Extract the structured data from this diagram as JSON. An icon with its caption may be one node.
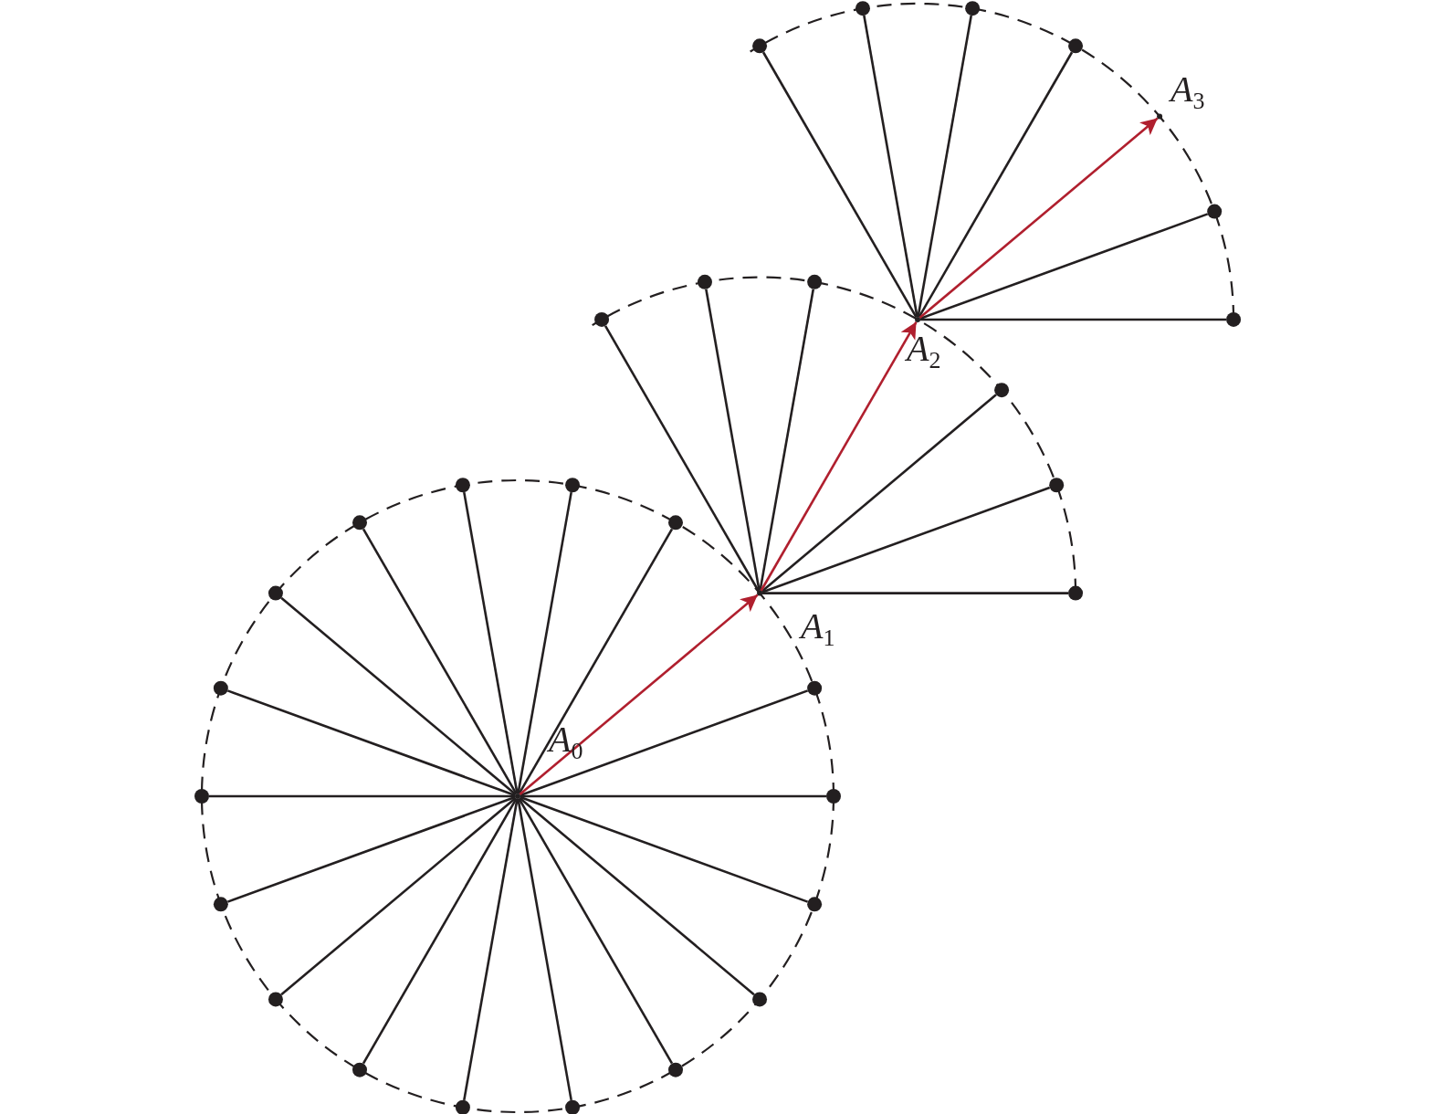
{
  "diagram": {
    "nodes": [
      {
        "text": [],
        "shape": "point",
        "beside": [
          "*A*$_{0}$"
        ]
      },
      {
        "text": [],
        "shape": "point",
        "beside": [
          "*A*$_{1}$"
        ]
      },
      {
        "text": [],
        "shape": "point",
        "beside": [
          "*A*$_{2}$"
        ]
      },
      {
        "text": [],
        "shape": "point",
        "beside": [
          "*A*$_{3}$"
        ]
      },
      {
        "text": [],
        "shape": "circle"
      },
      {
        "text": [],
        "shape": "circle"
      },
      {
        "text": [],
        "shape": "circle"
      },
      {
        "text": [],
        "shape": "circle"
      },
      {
        "text": [],
        "shape": "circle"
      },
      {
        "text": [],
        "shape": "circle"
      },
      {
        "text": [],
        "shape": "circle"
      },
      {
        "text": [],
        "shape": "circle"
      },
      {
        "text": [],
        "shape": "circle"
      },
      {
        "text": [],
        "shape": "circle"
      },
      {
        "text": [],
        "shape": "circle"
      },
      {
        "text": [],
        "shape": "circle"
      },
      {
        "text": [],
        "shape": "circle"
      },
      {
        "text": [],
        "shape": "circle"
      },
      {
        "text": [],
        "shape": "circle"
      },
      {
        "text": [],
        "shape": "circle"
      },
      {
        "text": [],
        "shape": "circle"
      },
      {
        "text": [],
        "shape": "circle"
      },
      {
        "text": [],
        "shape": "circle"
      },
      {
        "text": [],
        "shape": "circle"
      },
      {
        "text": [],
        "shape": "circle"
      },
      {
        "text": [],
        "shape": "circle"
      },
      {
        "text": [],
        "shape": "circle"
      },
      {
        "text": [],
        "shape": "circle"
      },
      {
        "text": [],
        "shape": "circle"
      },
      {
        "text": [],
        "shape": "circle"
      },
      {
        "text": [],
        "shape": "circle"
      },
      {
        "text": [],
        "shape": "circle"
      },
      {
        "text": [],
        "shape": "circle"
      }
    ],
    "edges": [
      {
        "from": 0,
        "to": 1,
        "arrow": "to",
        "color": "#b01f2e"
      },
      {
        "from": 1,
        "to": 2,
        "arrow": "to",
        "color": "#b01f2e"
      },
      {
        "from": 2,
        "to": 3,
        "arrow": "to",
        "color": "#b01f2e"
      },
      {
        "from": 0,
        "to": 4,
        "arrow": "none"
      },
      {
        "from": 0,
        "to": 5,
        "arrow": "none"
      },
      {
        "from": 0,
        "to": 6,
        "arrow": "none"
      },
      {
        "from": 0,
        "to": 7,
        "arrow": "none"
      },
      {
        "from": 0,
        "to": 8,
        "arrow": "none"
      },
      {
        "from": 0,
        "to": 9,
        "arrow": "none"
      },
      {
        "from": 0,
        "to": 10,
        "arrow": "none"
      },
      {
        "from": 0,
        "to": 11,
        "arrow": "none"
      },
      {
        "from": 0,
        "to": 12,
        "arrow": "none"
      },
      {
        "from": 0,
        "to": 13,
        "arrow": "none"
      },
      {
        "from": 0,
        "to": 14,
        "arrow": "none"
      },
      {
        "from": 0,
        "to": 15,
        "arrow": "none"
      },
      {
        "from": 0,
        "to": 16,
        "arrow": "none"
      },
      {
        "from": 0,
        "to": 17,
        "arrow": "none"
      },
      {
        "from": 0,
        "to": 18,
        "arrow": "none"
      },
      {
        "from": 0,
        "to": 19,
        "arrow": "none"
      },
      {
        "from": 0,
        "to": 20,
        "arrow": "none"
      },
      {
        "from": 1,
        "to": 21,
        "arrow": "none"
      },
      {
        "from": 1,
        "to": 22,
        "arrow": "none"
      },
      {
        "from": 1,
        "to": 23,
        "arrow": "none"
      },
      {
        "from": 1,
        "to": 24,
        "arrow": "none"
      },
      {
        "from": 1,
        "to": 25,
        "arrow": "none"
      },
      {
        "from": 1,
        "to": 26,
        "arrow": "none"
      },
      {
        "from": 2,
        "to": 27,
        "arrow": "none"
      },
      {
        "from": 2,
        "to": 28,
        "arrow": "none"
      },
      {
        "from": 2,
        "to": 29,
        "arrow": "none"
      },
      {
        "from": 2,
        "to": 30,
        "arrow": "none"
      },
      {
        "from": 2,
        "to": 31,
        "arrow": "none"
      },
      {
        "from": 2,
        "to": 32,
        "arrow": "none"
      }
    ]
  }
}
